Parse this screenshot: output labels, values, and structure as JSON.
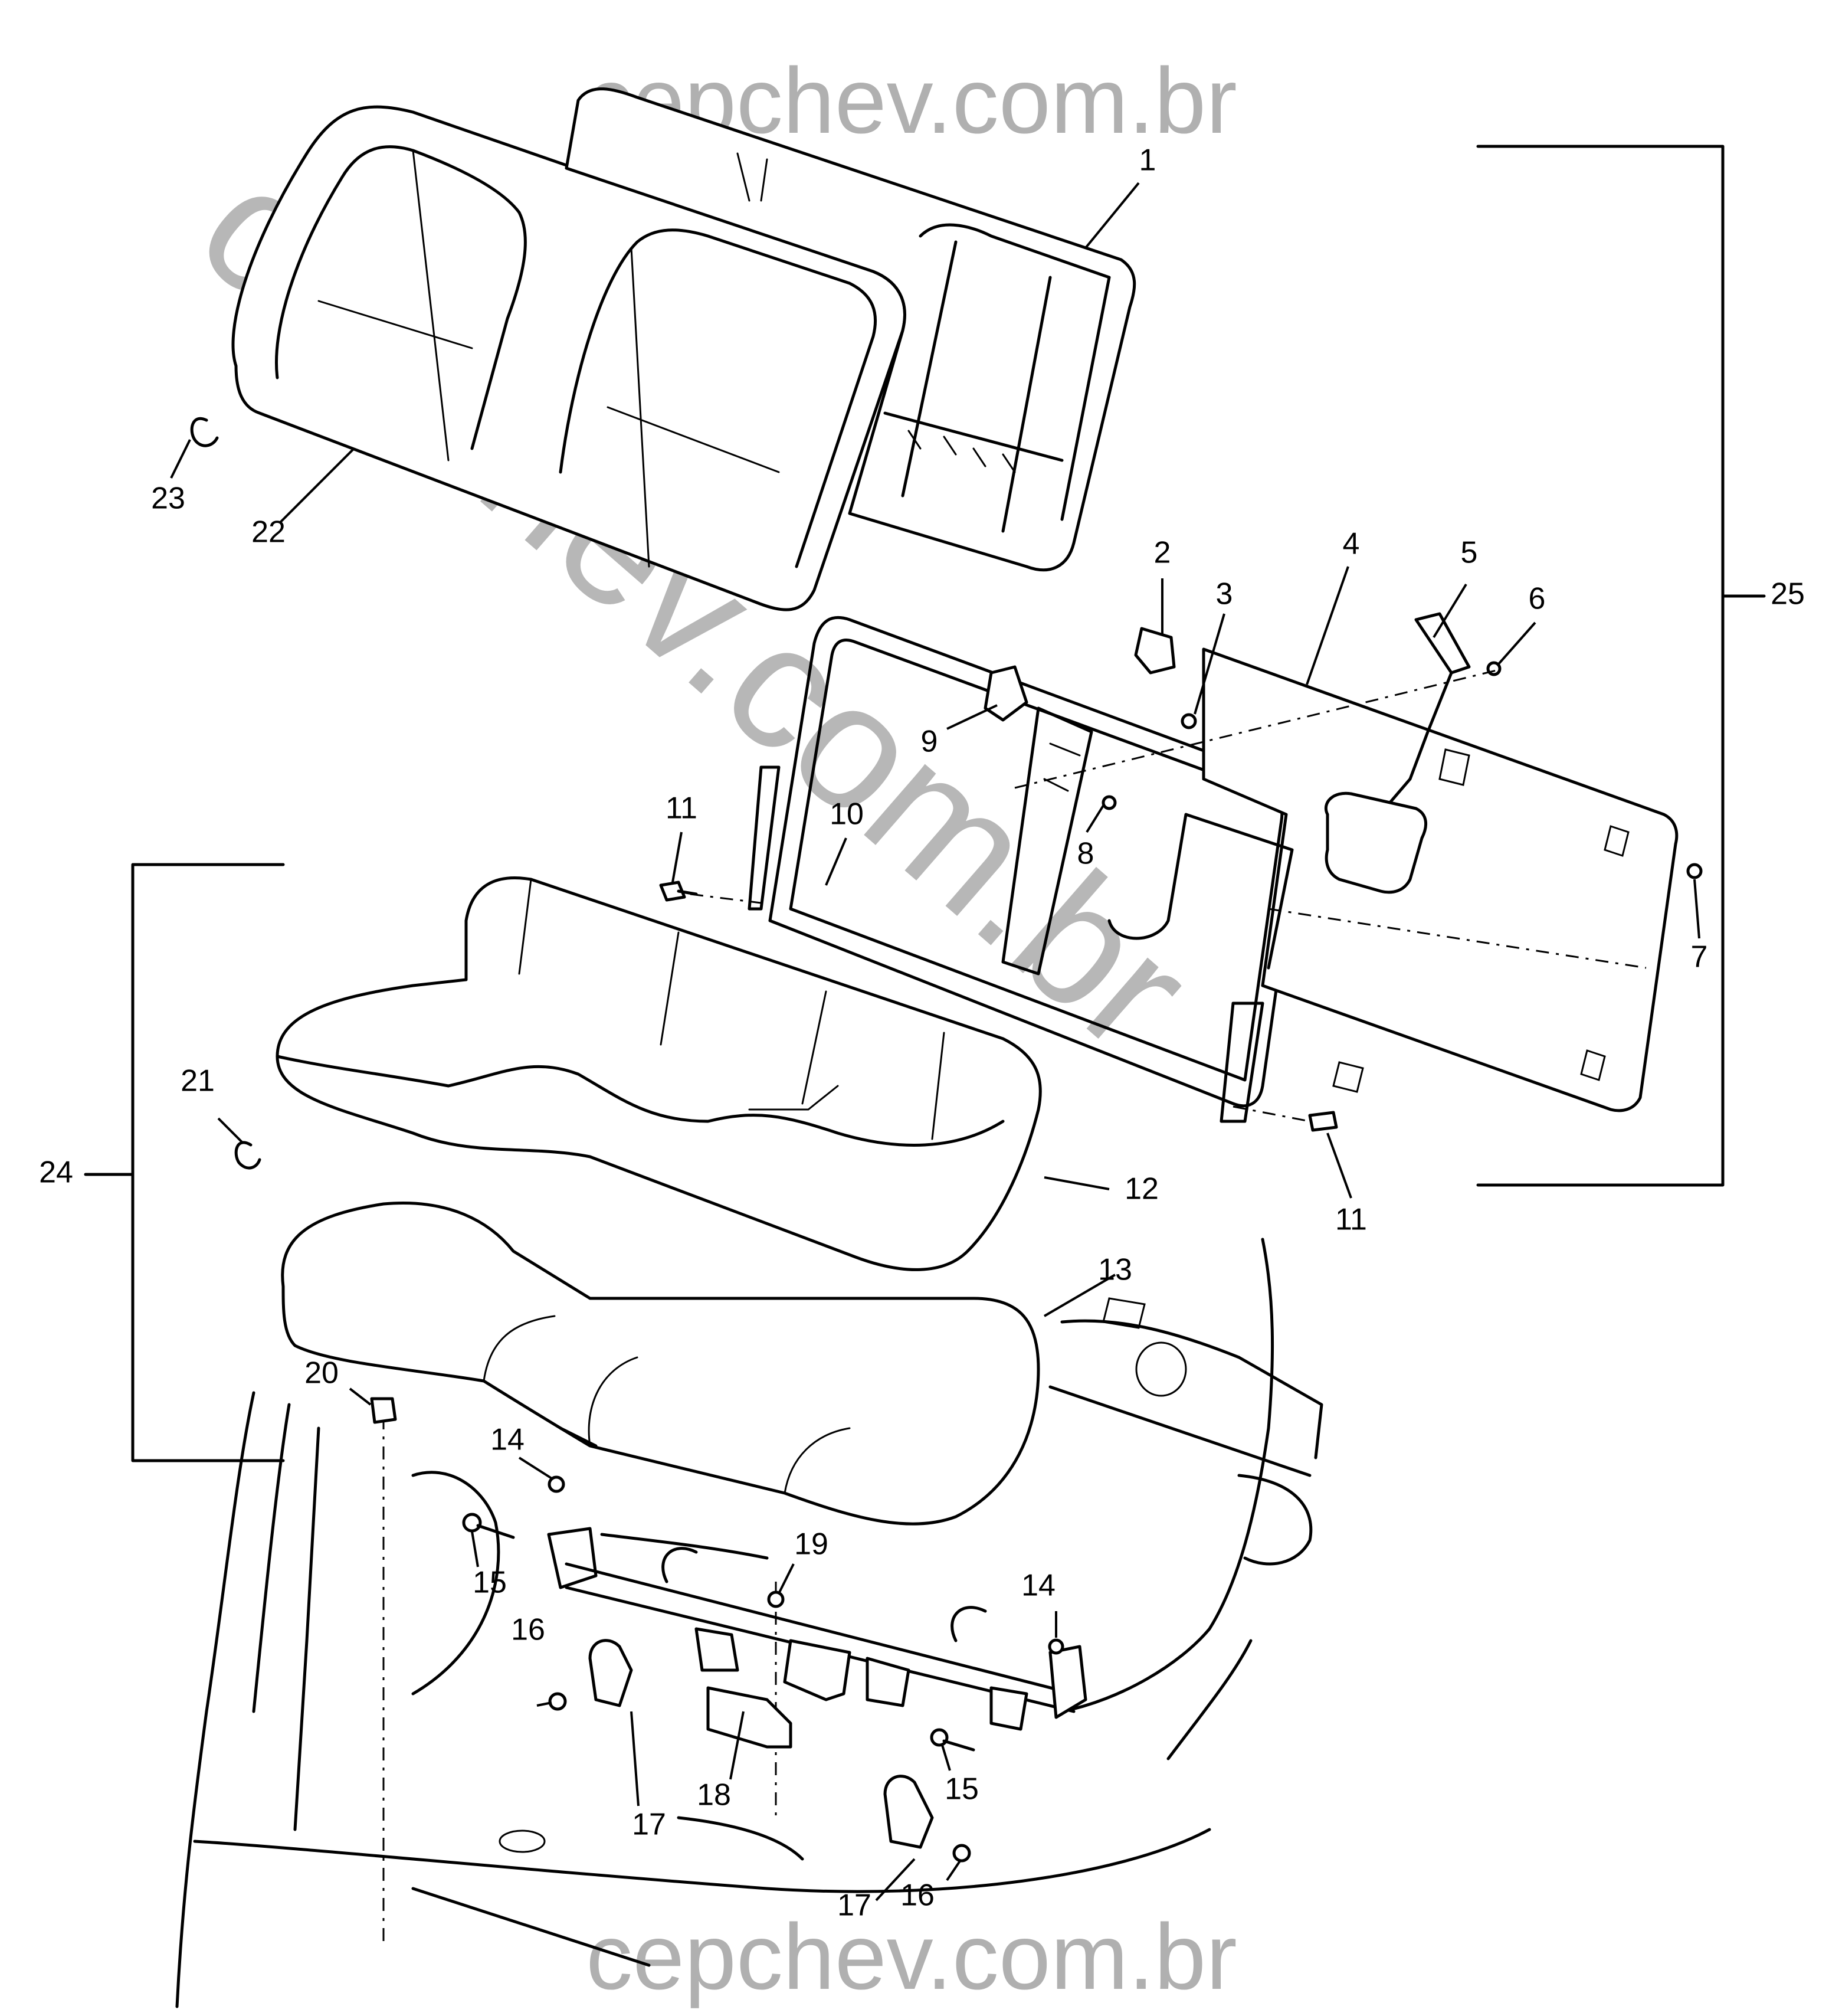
{
  "watermark": {
    "top": "cepchev.com.br",
    "diagonal": "cepchev.com.br",
    "bottom": "cepchev.com.br"
  },
  "callouts": {
    "c1": "1",
    "c2": "2",
    "c3": "3",
    "c4": "4",
    "c5": "5",
    "c6": "6",
    "c7": "7",
    "c8": "8",
    "c9": "9",
    "c10": "10",
    "c11a": "11",
    "c11b": "11",
    "c12": "12",
    "c13": "13",
    "c14a": "14",
    "c14b": "14",
    "c15a": "15",
    "c15b": "15",
    "c16a": "16",
    "c16b": "16",
    "c17a": "17",
    "c17b": "17",
    "c18": "18",
    "c19": "19",
    "c20": "20",
    "c21": "21",
    "c22": "22",
    "c23": "23",
    "c24": "24",
    "c25": "25"
  }
}
